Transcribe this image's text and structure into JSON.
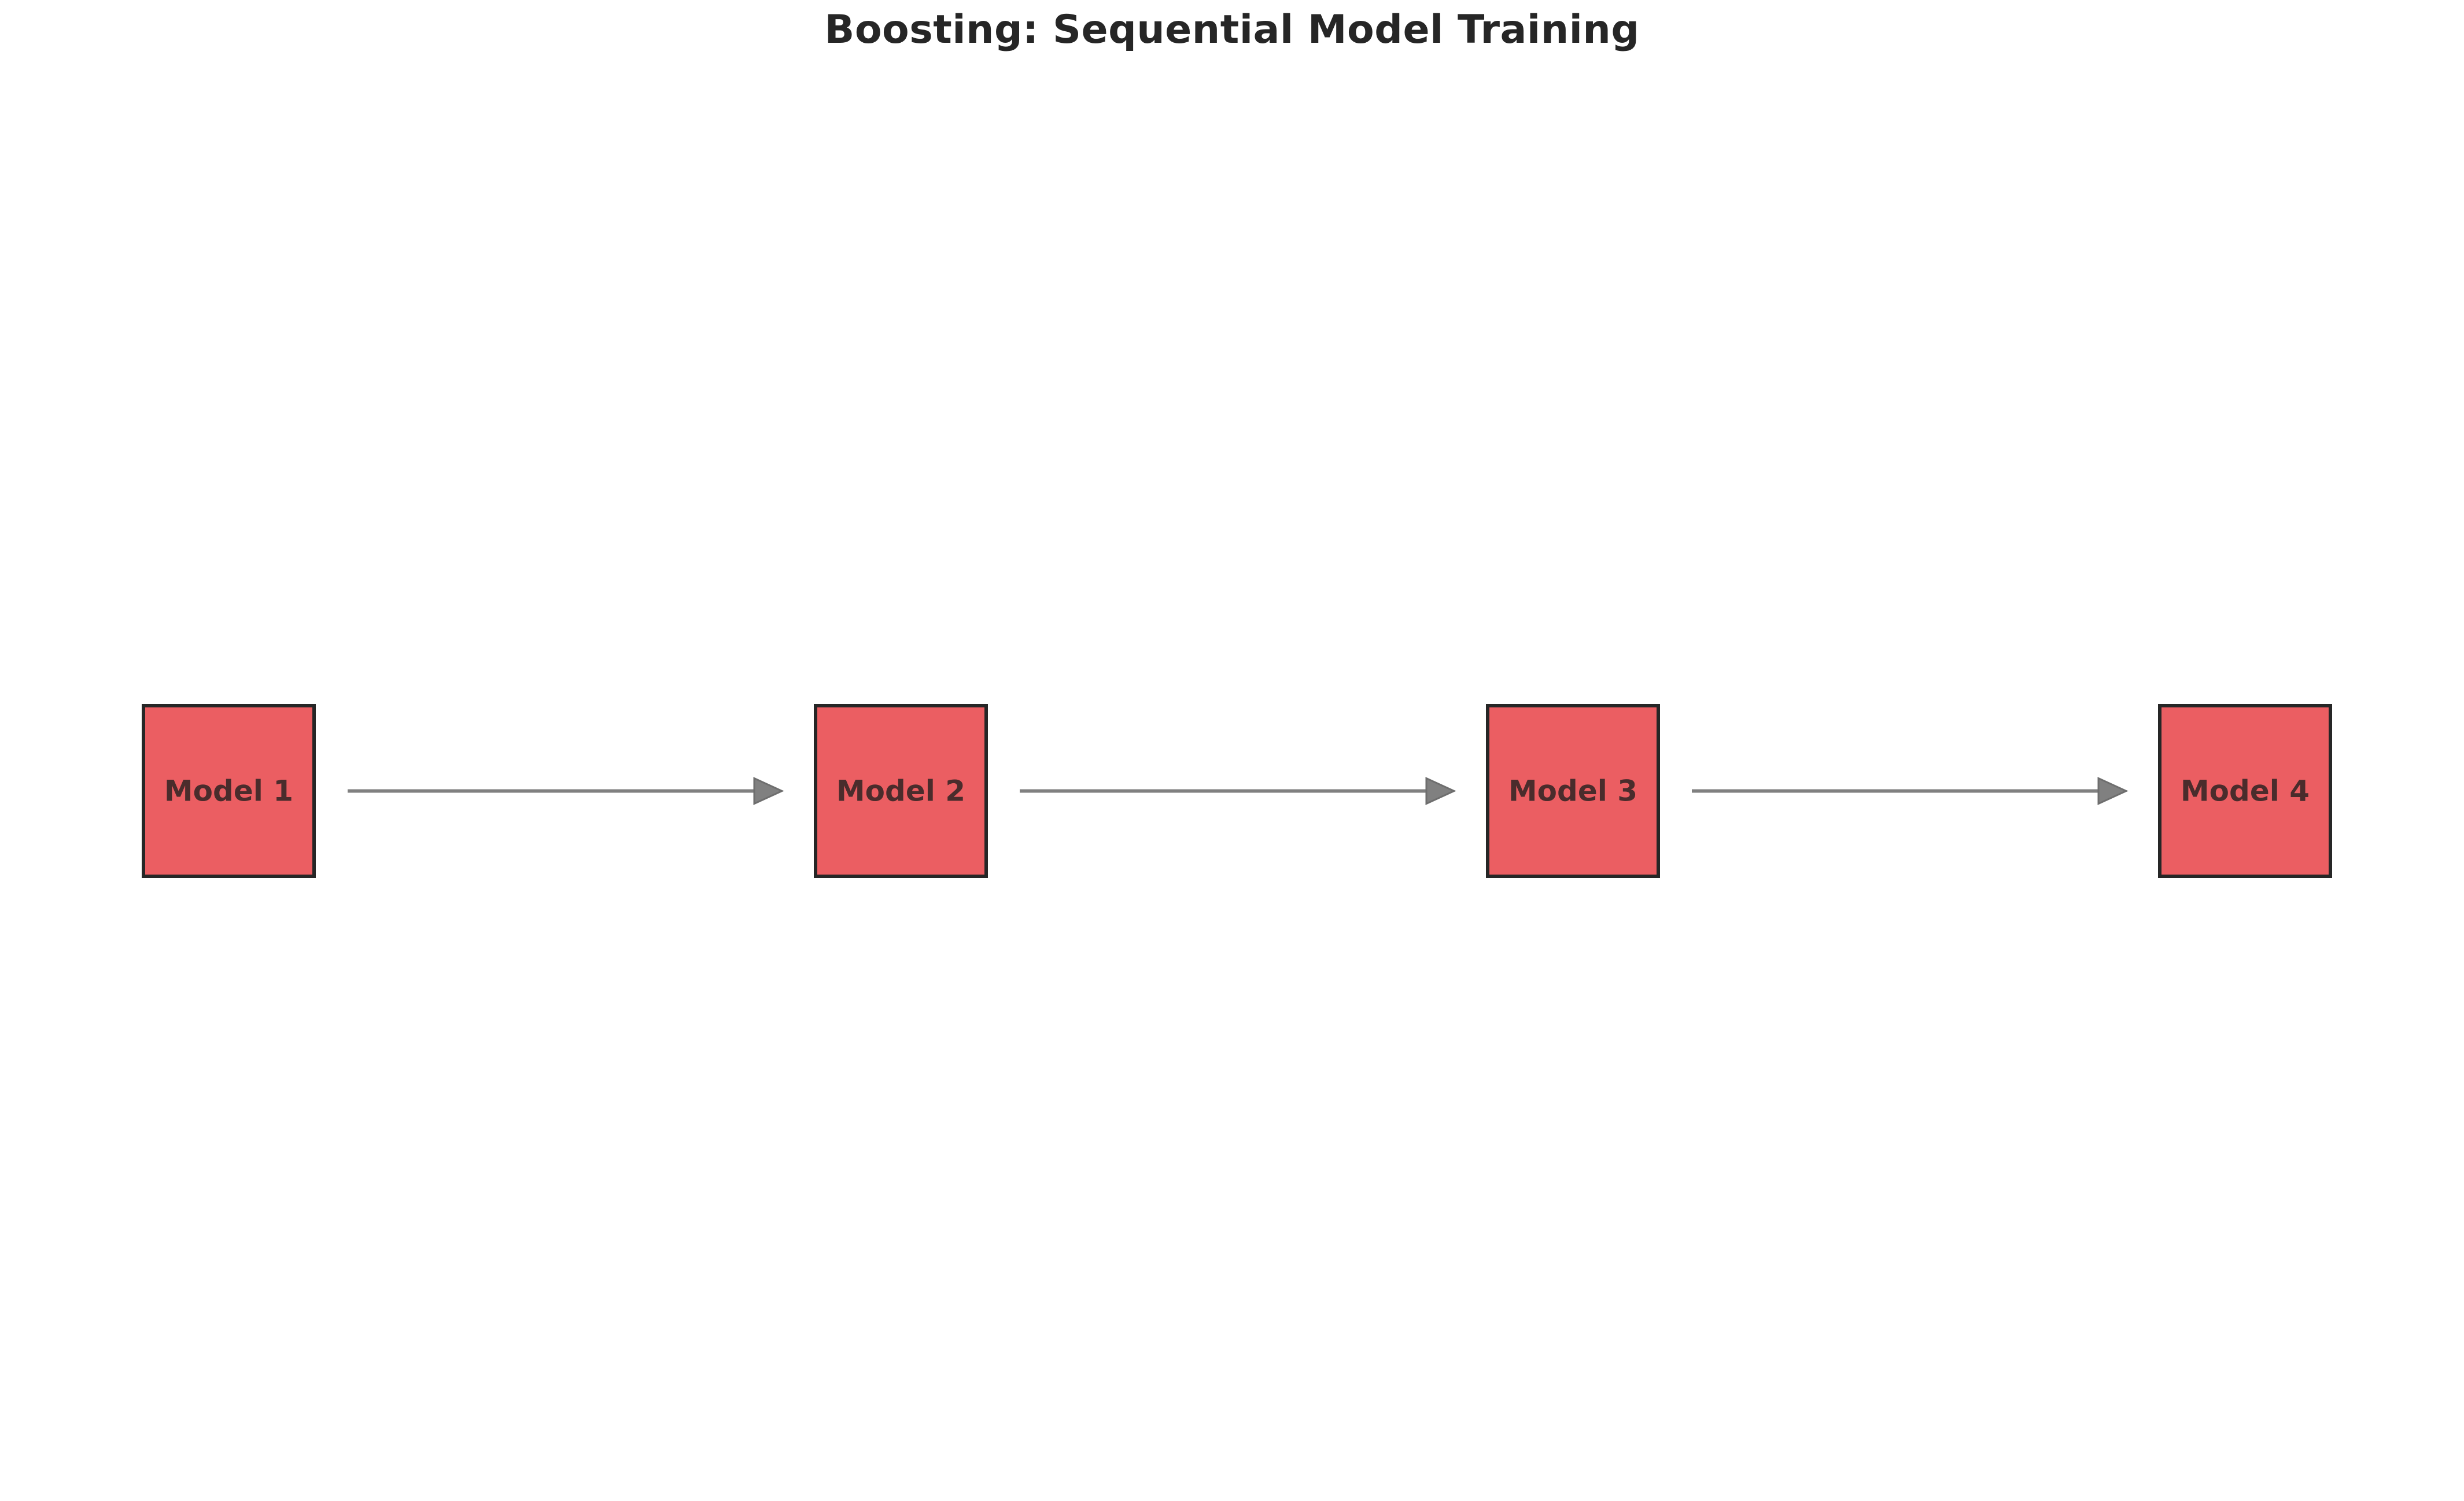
{
  "title": "Boosting: Sequential Model Training",
  "colors": {
    "node_fill": "#eb5e62",
    "node_border": "#262626",
    "node_text": "#4a2c2c",
    "arrow": "#808080",
    "title_text": "#262626",
    "background": "#ffffff"
  },
  "nodes": [
    {
      "id": "model-1",
      "label": "Model 1"
    },
    {
      "id": "model-2",
      "label": "Model 2"
    },
    {
      "id": "model-3",
      "label": "Model 3"
    },
    {
      "id": "model-4",
      "label": "Model 4"
    }
  ],
  "edges": [
    {
      "from": "model-1",
      "to": "model-2"
    },
    {
      "from": "model-2",
      "to": "model-3"
    },
    {
      "from": "model-3",
      "to": "model-4"
    }
  ]
}
